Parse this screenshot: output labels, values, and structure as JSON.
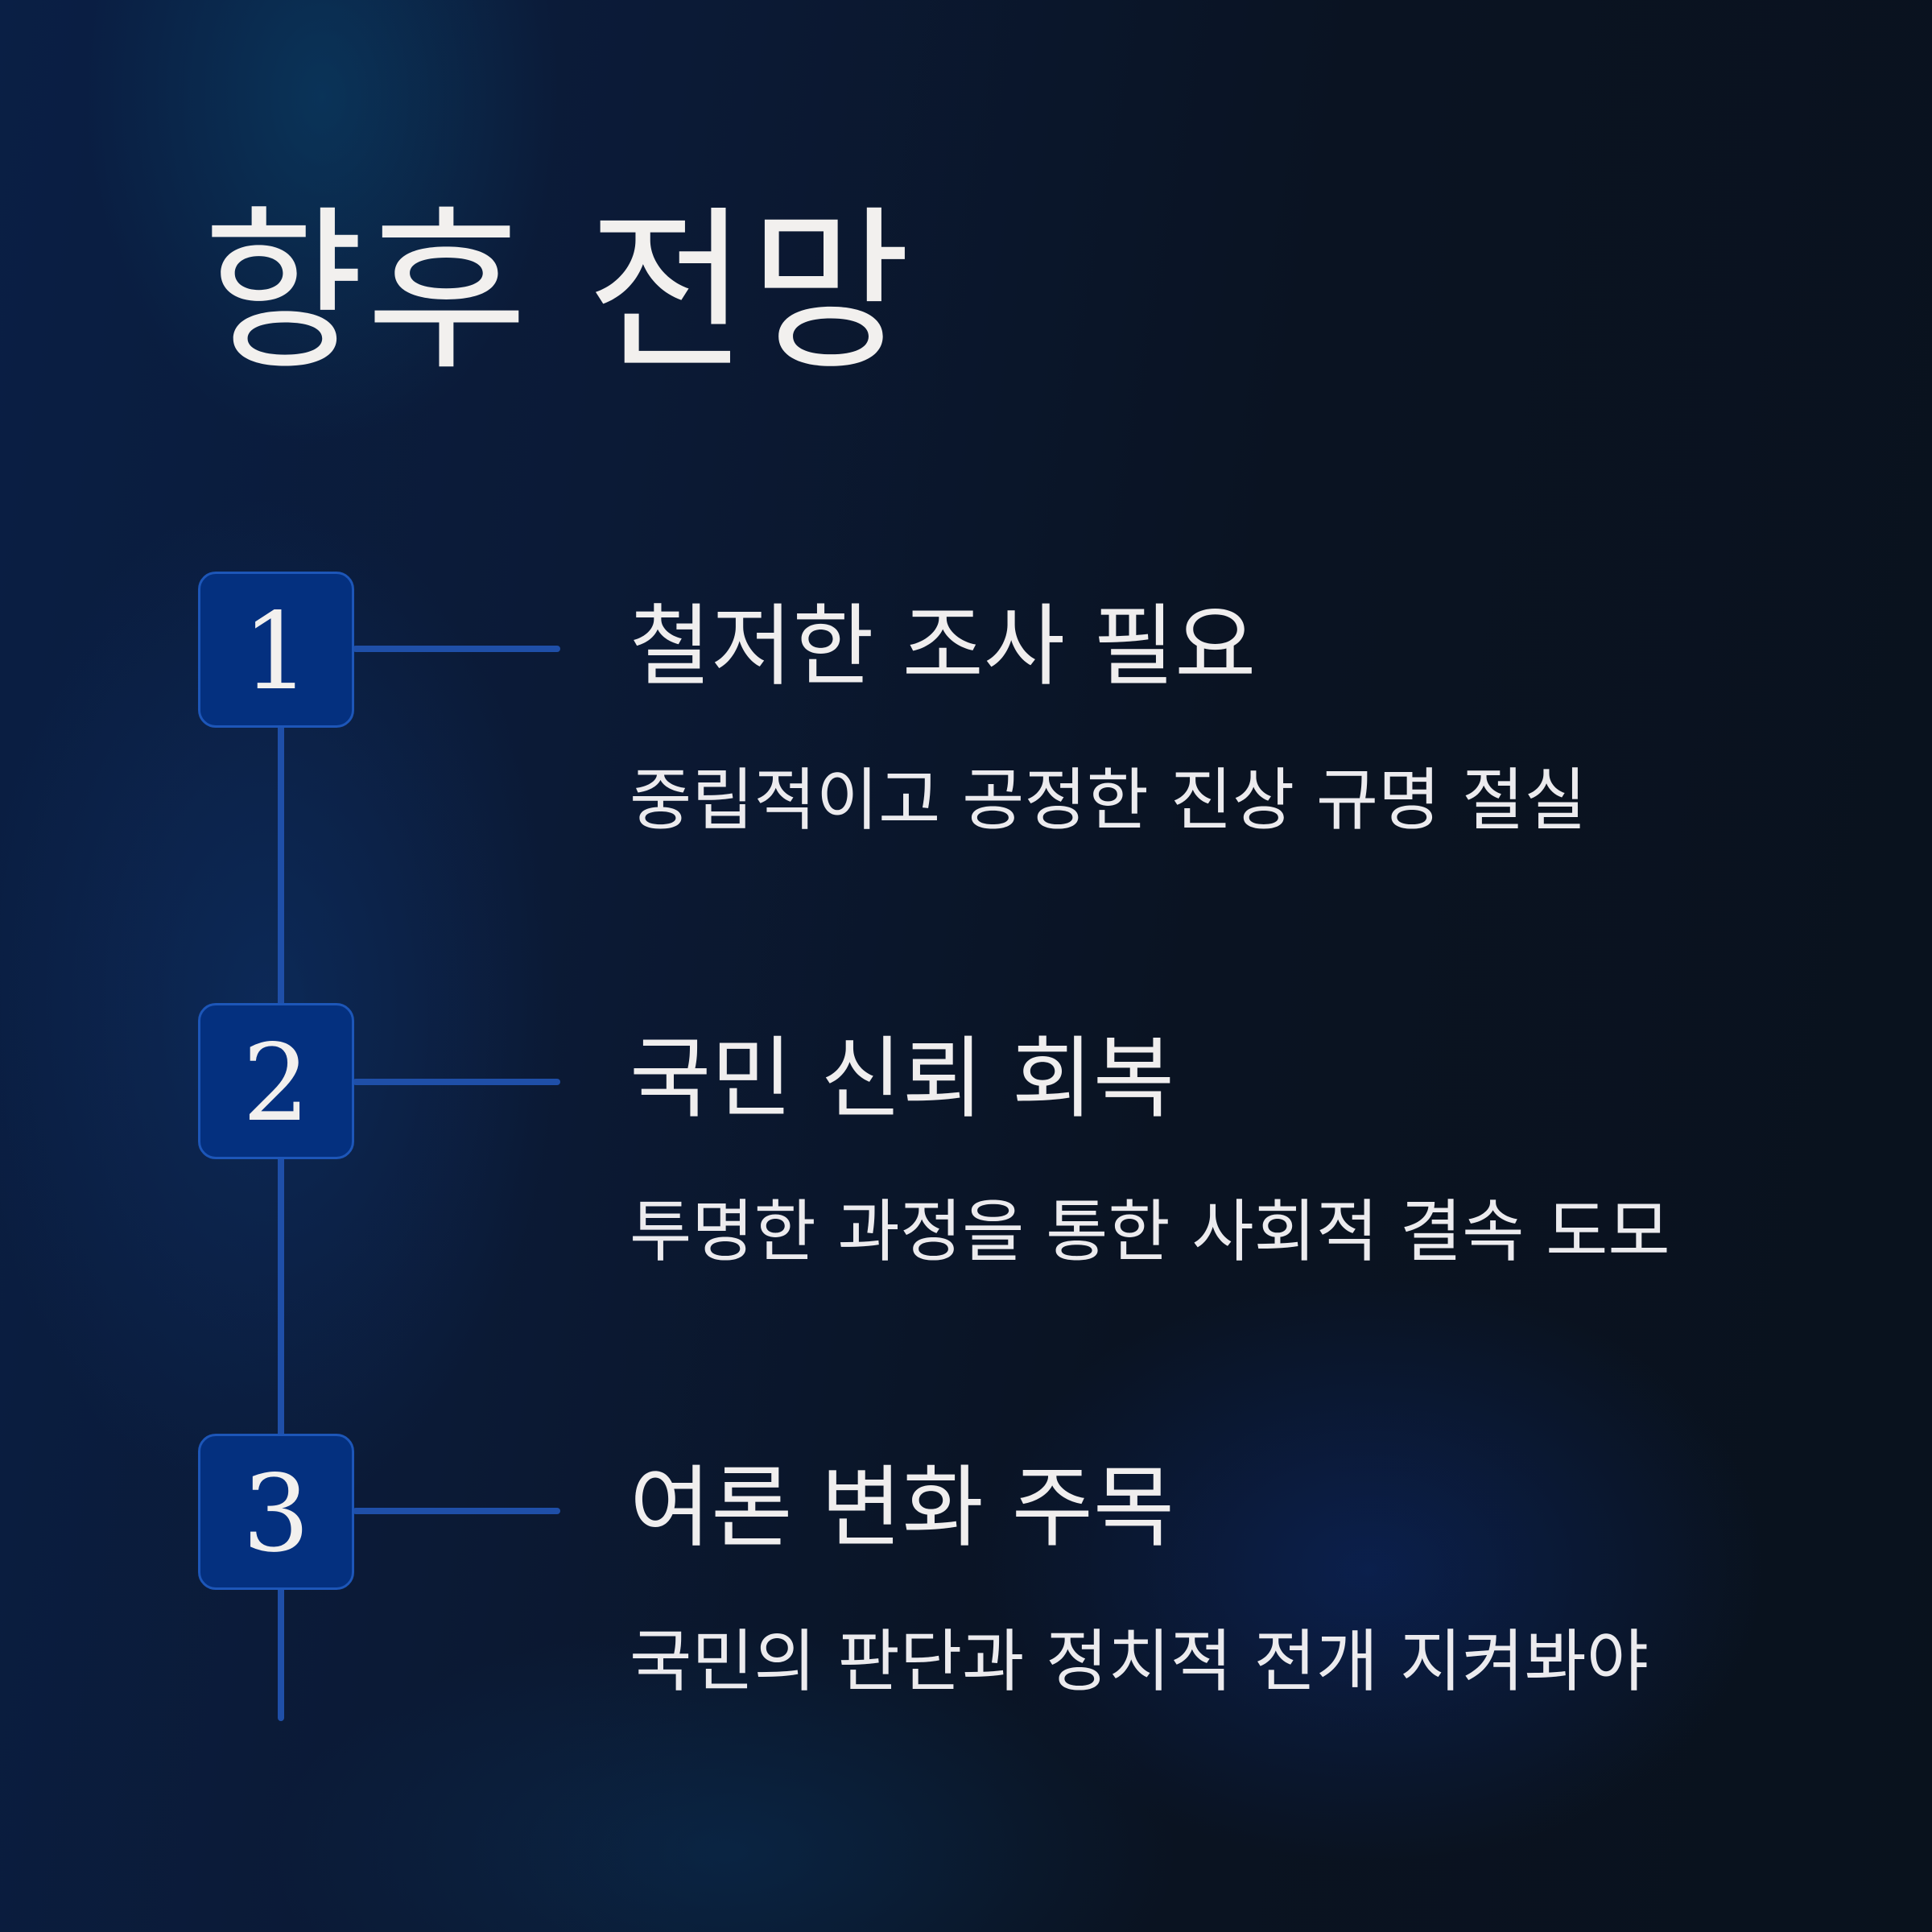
{
  "title": "향후 전망",
  "accent_color": "#1f4fa8",
  "box_color": "#04307f",
  "items": [
    {
      "number": "1",
      "title": "철저한 조사 필요",
      "description": "중립적이고 공정한 진상 규명 절실"
    },
    {
      "number": "2",
      "title": "국민 신뢰 회복",
      "description": "투명한 과정을 통한 사회적 결속 도모"
    },
    {
      "number": "3",
      "title": "여론 변화 주목",
      "description": "국민의 판단과 정치적 전개 지켜봐야"
    }
  ]
}
